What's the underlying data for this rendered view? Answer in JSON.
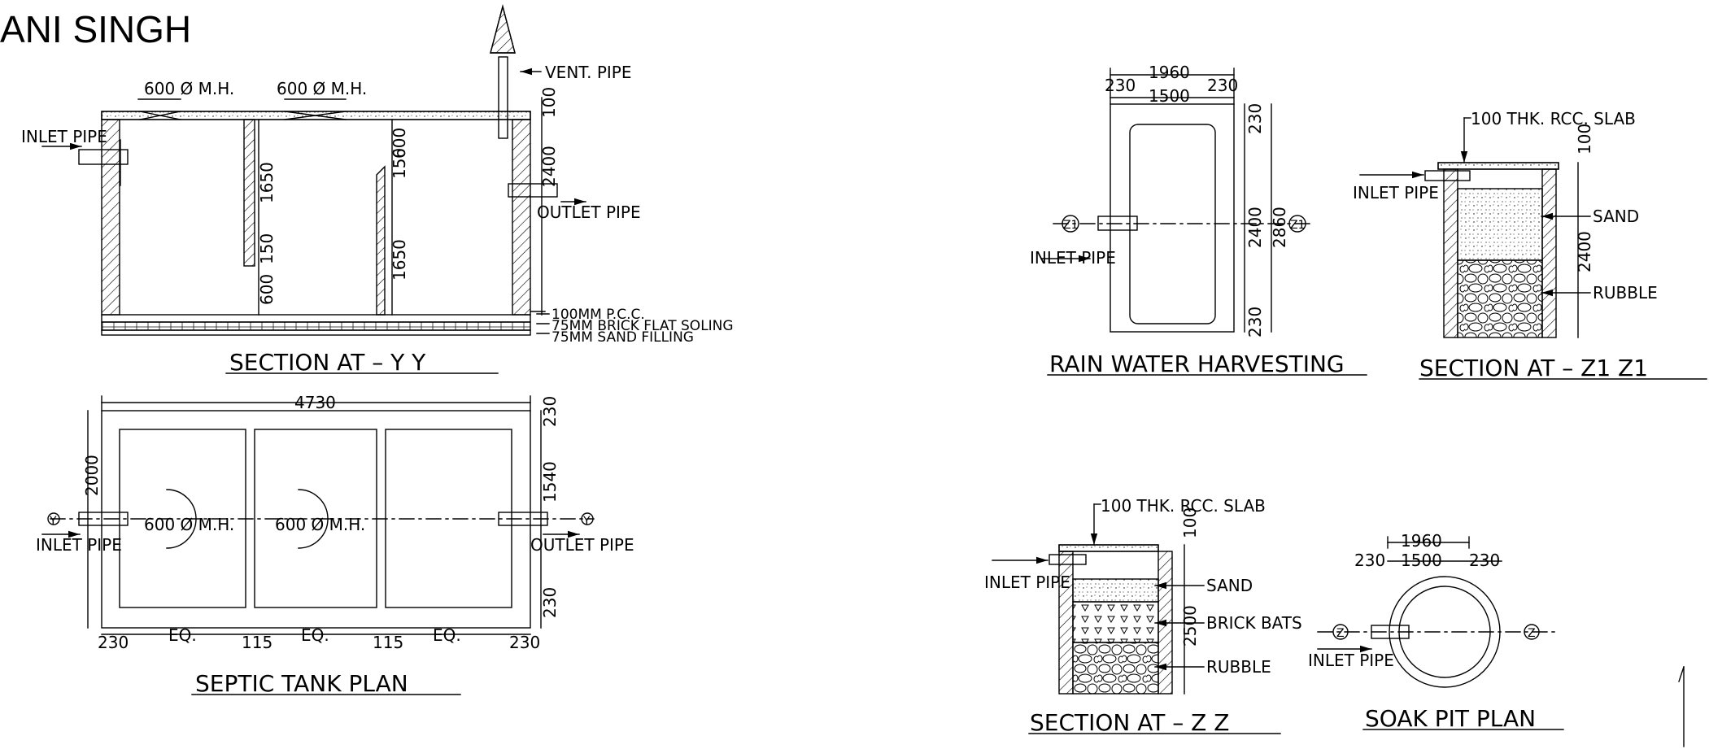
{
  "author": "ANI SINGH",
  "septic_section": {
    "title": "SECTION AT – Y Y",
    "manhole_1": "600 Ø M.H.",
    "manhole_2": "600 Ø M.H.",
    "vent_pipe": "VENT. PIPE",
    "inlet_pipe": "INLET PIPE",
    "outlet_pipe": "OUTLET PIPE",
    "dim_100": "100",
    "dim_2400": "2400",
    "dim_1650_a": "1650",
    "dim_150_a": "150",
    "dim_600_a": "600",
    "dim_600_b": "600",
    "dim_150_b": "150",
    "dim_1650_b": "1650",
    "pcc": "100MM P.C.C.",
    "soling": "75MM BRICK FLAT SOLING",
    "sand_filling": "75MM SAND FILLING"
  },
  "septic_plan": {
    "title": "SEPTIC TANK PLAN",
    "dim_4730": "4730",
    "dim_2000": "2000",
    "dim_230_top": "230",
    "dim_1540": "1540",
    "dim_230_bot": "230",
    "manhole_1": "600 Ø M.H.",
    "manhole_2": "600 Ø M.H.",
    "inlet_pipe": "INLET PIPE",
    "outlet_pipe": "OUTLET PIPE",
    "bottom_dims": [
      "230",
      "EQ.",
      "115",
      "EQ.",
      "115",
      "EQ.",
      "230"
    ],
    "section_marks": [
      "Y",
      "Y"
    ]
  },
  "rwh": {
    "title": "RAIN WATER HARVESTING",
    "dim_1960": "1960",
    "dim_230_l": "230",
    "dim_1500": "1500",
    "dim_230_r": "230",
    "dim_230_top": "230",
    "dim_2400": "2400",
    "dim_2860": "2860",
    "dim_230_bot": "230",
    "inlet_pipe": "INLET PIPE",
    "marks": [
      "Z1",
      "Z1"
    ]
  },
  "section_z1": {
    "title": "SECTION AT – Z1 Z1",
    "slab": "100 THK. RCC. SLAB",
    "inlet_pipe": "INLET PIPE",
    "sand": "SAND",
    "rubble": "RUBBLE",
    "dim_100": "100",
    "dim_2400": "2400"
  },
  "section_z": {
    "title": "SECTION AT – Z Z",
    "slab": "100 THK. RCC. SLAB",
    "inlet_pipe": "INLET PIPE",
    "sand": "SAND",
    "brick_bats": "BRICK BATS",
    "rubble": "RUBBLE",
    "dim_100": "100",
    "dim_2500": "2500"
  },
  "soak_pit": {
    "title": "SOAK PIT PLAN",
    "dim_1960": "1960",
    "dim_230_l": "230",
    "dim_1500": "1500",
    "dim_230_r": "230",
    "inlet_pipe": "INLET PIPE",
    "marks": [
      "Z",
      "Z"
    ]
  }
}
